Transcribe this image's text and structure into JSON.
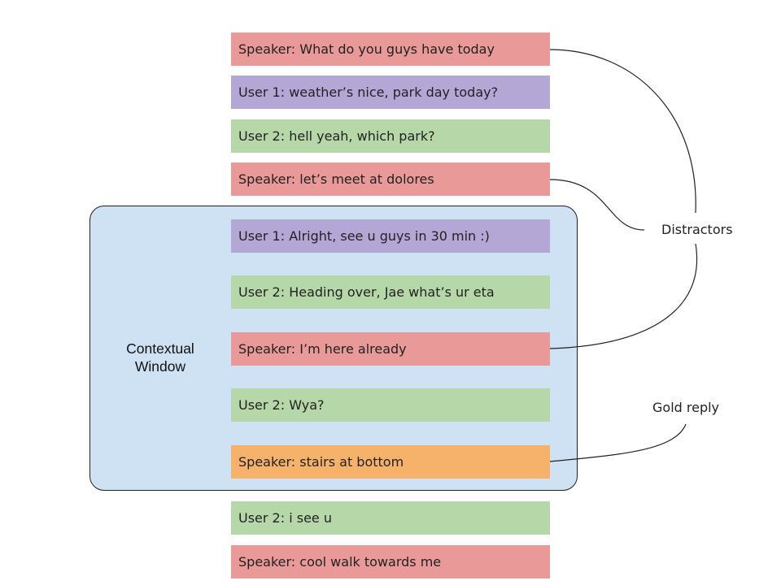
{
  "window_label_line1": "Contextual",
  "window_label_line2": "Window",
  "messages": [
    {
      "text": "Speaker: What do you guys have today",
      "role": "speaker"
    },
    {
      "text": "User 1: weather’s nice, park day today?",
      "role": "user1"
    },
    {
      "text": "User 2: hell yeah, which park?",
      "role": "user2"
    },
    {
      "text": "Speaker: let’s meet at dolores",
      "role": "speaker"
    },
    {
      "text": "User 1: Alright, see u guys in 30 min :)",
      "role": "user1"
    },
    {
      "text": "User 2: Heading over, Jae what’s ur eta",
      "role": "user2"
    },
    {
      "text": "Speaker: I’m here already",
      "role": "speaker"
    },
    {
      "text": "User 2: Wya?",
      "role": "user2"
    },
    {
      "text": "Speaker: stairs at bottom",
      "role": "gold"
    },
    {
      "text": "User 2: i see u",
      "role": "user2"
    },
    {
      "text": "Speaker: cool walk towards me",
      "role": "speaker"
    }
  ],
  "labels": {
    "distractors": "Distractors",
    "gold_reply": "Gold reply"
  },
  "colors": {
    "speaker": "#ea9999",
    "user1": "#b4a7d6",
    "user2": "#b6d7a8",
    "gold": "#f6b26b",
    "window": "#cfe2f3"
  }
}
